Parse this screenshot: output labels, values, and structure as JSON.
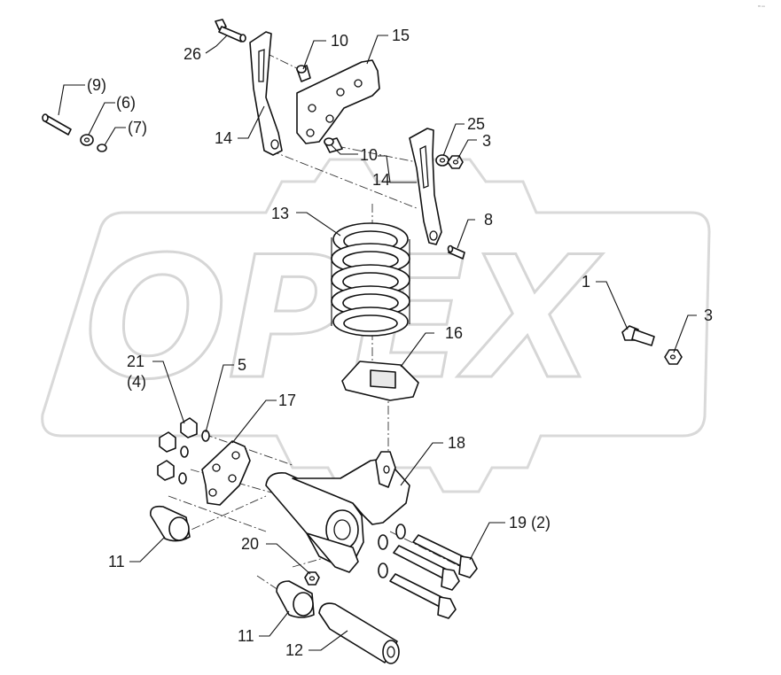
{
  "watermark": {
    "text": "OPEX"
  },
  "corner_mark": "ᵐ ⁿⁿ",
  "callouts": {
    "c26": "26",
    "c10a": "10",
    "c15": "15",
    "c9": "(9)",
    "c6": "(6)",
    "c7": "(7)",
    "c14a": "14",
    "c10b": "10",
    "c25": "25",
    "c3a": "3",
    "c14b": "14",
    "c13": "13",
    "c8": "8",
    "c1": "1",
    "c3b": "3",
    "c16": "16",
    "c21": "21",
    "c4": "(4)",
    "c5": "5",
    "c17": "17",
    "c18": "18",
    "c19": "19 (2)",
    "c20": "20",
    "c11a": "11",
    "c11b": "11",
    "c12": "12"
  }
}
